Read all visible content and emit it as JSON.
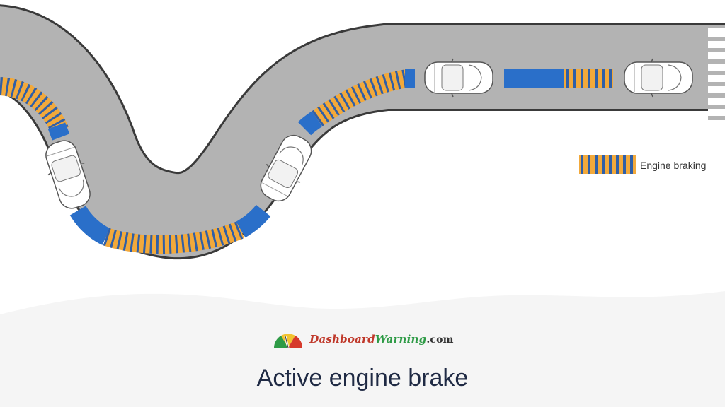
{
  "diagram": {
    "legend_label": "Engine braking"
  },
  "brand": {
    "part1": "Dashboard",
    "part2": "Warning",
    "part3": ".com"
  },
  "caption": "Active engine brake",
  "colors": {
    "road": "#b3b3b3",
    "road_edge": "#3a3a3a",
    "engine_braking_stripe_a": "#f2a93b",
    "engine_braking_stripe_b": "#2f5fa8",
    "brake_blue": "#2a6fc9",
    "car_body": "#ffffff",
    "caption_text": "#1f2a44"
  }
}
